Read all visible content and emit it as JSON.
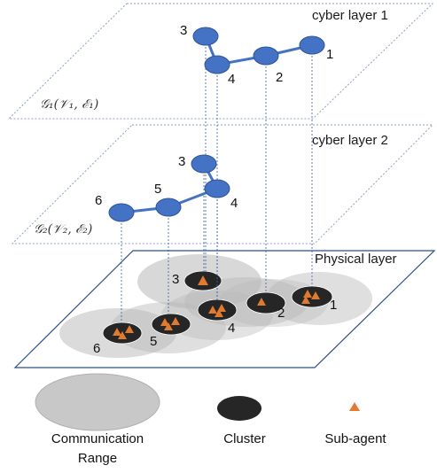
{
  "colors": {
    "node_fill": "#4472c4",
    "node_stroke": "#2f5597",
    "edge": "#4472c4",
    "cluster": "#262626",
    "sub_agent": "#e07a2e",
    "range_fill": "#b8b8b8",
    "plane_dotted": "#8ea0c4",
    "plane_solid": "#2e4f85",
    "projection": "#3b5f9e"
  },
  "layers": {
    "cyber1": {
      "title": "cyber layer 1",
      "graph_label": "𝒢₁(𝒱₁, ℰ₁)",
      "nodes": [
        "3",
        "4",
        "2",
        "1"
      ],
      "edges": [
        [
          "3",
          "4"
        ],
        [
          "4",
          "2"
        ],
        [
          "2",
          "1"
        ]
      ]
    },
    "cyber2": {
      "title": "cyber layer 2",
      "graph_label": "𝒢₂(𝒱₂, ℰ₂)",
      "nodes": [
        "3",
        "4",
        "5",
        "6"
      ],
      "edges": [
        [
          "3",
          "4"
        ],
        [
          "4",
          "5"
        ],
        [
          "5",
          "6"
        ]
      ]
    },
    "physical": {
      "title": "Physical layer",
      "clusters": [
        {
          "id": "3",
          "sub_agents": 1
        },
        {
          "id": "4",
          "sub_agents": 3
        },
        {
          "id": "2",
          "sub_agents": 1
        },
        {
          "id": "1",
          "sub_agents": 3
        },
        {
          "id": "5",
          "sub_agents": 3
        },
        {
          "id": "6",
          "sub_agents": 3
        }
      ]
    }
  },
  "legend": {
    "range_label_line1": "Communication",
    "range_label_line2": "Range",
    "cluster_label": "Cluster",
    "sub_agent_label": "Sub-agent"
  }
}
